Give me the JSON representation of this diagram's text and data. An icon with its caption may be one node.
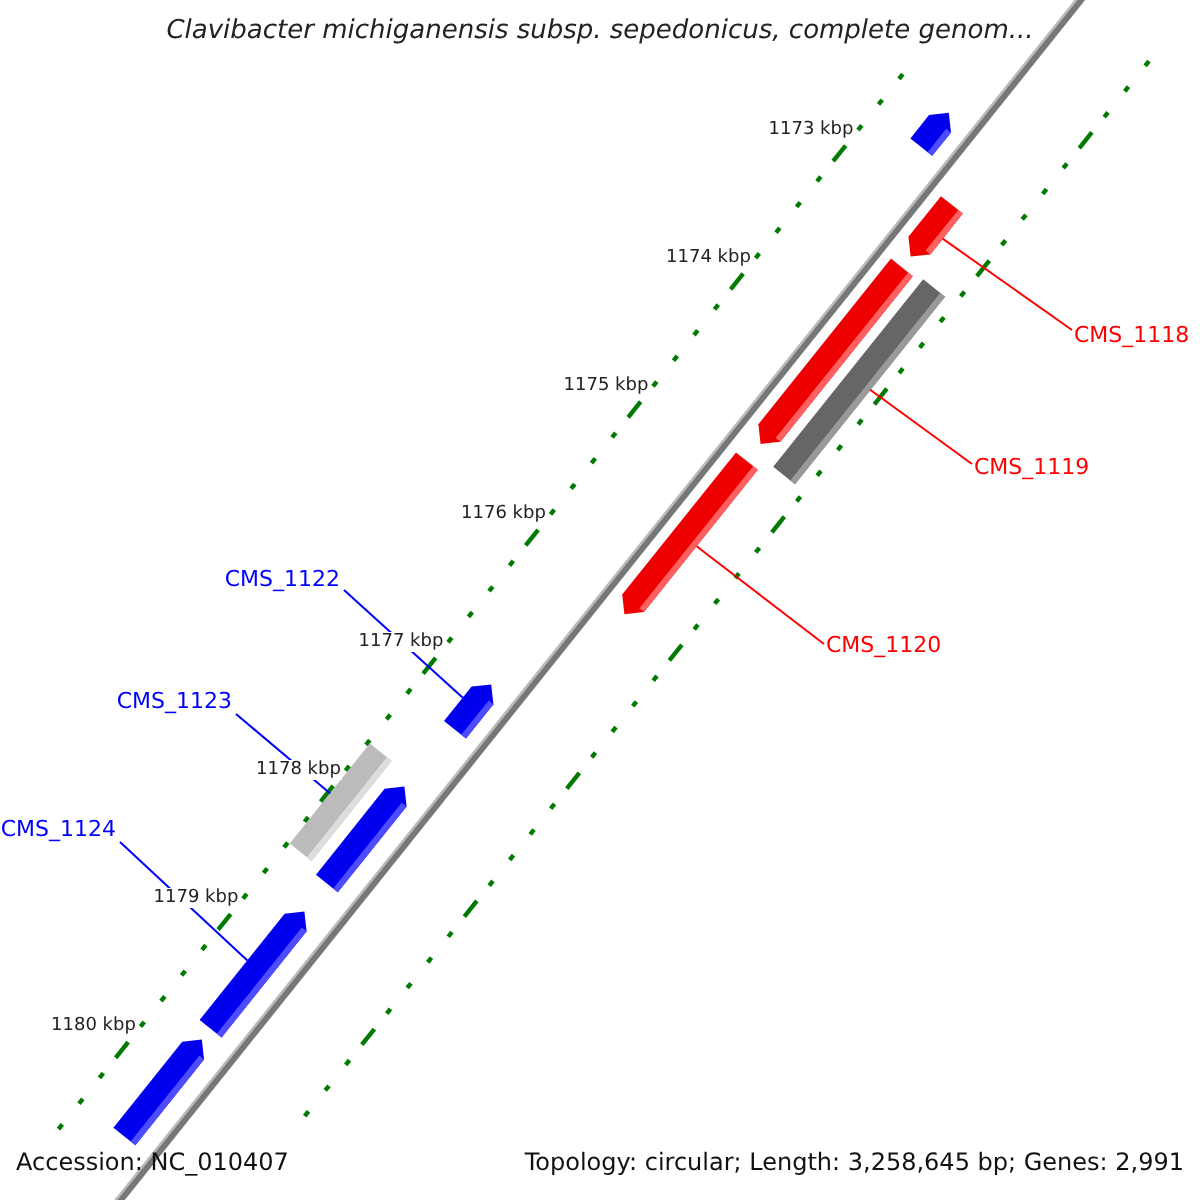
{
  "diagram": {
    "title": "Clavibacter michiganensis subsp. sepedonicus, complete genom...",
    "nodes": [
      {
        "text": [],
        "shape": "bar"
      },
      {
        "text": [],
        "shape": "bar"
      },
      {
        "text": [
          "CMS_1118"
        ]
      },
      {
        "text": [],
        "shape": "bar"
      },
      {
        "text": [],
        "shape": "bar"
      },
      {
        "text": [
          "CMS_1119"
        ]
      },
      {
        "text": [],
        "shape": "bar"
      },
      {
        "text": [
          "CMS_1122"
        ]
      },
      {
        "text": [
          "CMS_1120"
        ]
      },
      {
        "text": [],
        "shape": "bar"
      },
      {
        "text": [
          "CMS_1123"
        ]
      },
      {
        "text": [],
        "shape": "bar"
      },
      {
        "text": [],
        "shape": "bar"
      },
      {
        "text": [
          "CMS_1124"
        ]
      },
      {
        "text": [],
        "shape": "bar"
      },
      {
        "text": [],
        "shape": "bar"
      }
    ],
    "edges": [
      {
        "from": 2,
        "to": 1,
        "arrow": "none",
        "color": "#ff0000"
      },
      {
        "from": 5,
        "to": 4,
        "arrow": "none",
        "color": "#ff0000"
      },
      {
        "from": 8,
        "to": 6,
        "arrow": "none",
        "color": "#ff0000"
      },
      {
        "from": 7,
        "to": 9,
        "arrow": "none",
        "color": "#0000ff"
      },
      {
        "from": 10,
        "to": 11,
        "arrow": "none",
        "color": "#0000ff"
      },
      {
        "from": 13,
        "to": 14,
        "arrow": "none",
        "color": "#0000ff"
      }
    ],
    "labels": [
      "1173 kbp",
      "1174 kbp",
      "1175 kbp",
      "1176 kbp",
      "1177 kbp",
      "1178 kbp",
      "1179 kbp",
      "1180 kbp",
      "Accession: NC_010407",
      "Topology: circular; Length: 3,258,645 bp; Genes: 2,991"
    ]
  }
}
